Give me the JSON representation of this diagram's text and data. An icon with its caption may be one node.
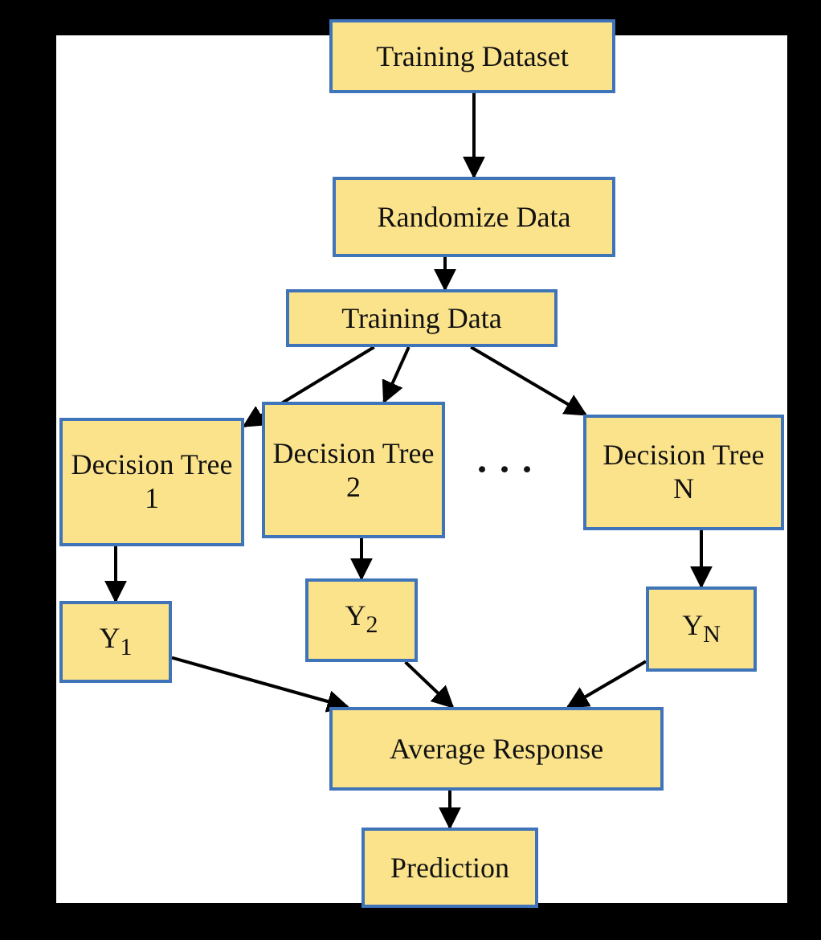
{
  "diagram": {
    "nodes": [
      {
        "text": [
          "Training Dataset"
        ]
      },
      {
        "text": [
          "Randomize Data"
        ]
      },
      {
        "text": [
          "Training Data"
        ]
      },
      {
        "text": [
          "Decision Tree 1"
        ]
      },
      {
        "text": [
          "Decision Tree 2"
        ]
      },
      {
        "text": [
          "Decision Tree N"
        ]
      },
      {
        "text": [
          "Y$_{1}$"
        ]
      },
      {
        "text": [
          "Y$_{2}$"
        ]
      },
      {
        "text": [
          "Y$_{N}$"
        ]
      },
      {
        "text": [
          "Average Response"
        ]
      },
      {
        "text": [
          "Prediction"
        ]
      }
    ],
    "edges": [
      {
        "from": 0,
        "to": 1,
        "arrow": "to"
      },
      {
        "from": 1,
        "to": 2,
        "arrow": "to"
      },
      {
        "from": 2,
        "to": 3,
        "arrow": "to"
      },
      {
        "from": 2,
        "to": 4,
        "arrow": "to"
      },
      {
        "from": 2,
        "to": 5,
        "arrow": "to"
      },
      {
        "from": 3,
        "to": 6,
        "arrow": "to"
      },
      {
        "from": 4,
        "to": 7,
        "arrow": "to"
      },
      {
        "from": 5,
        "to": 8,
        "arrow": "to"
      },
      {
        "from": 6,
        "to": 9,
        "arrow": "to"
      },
      {
        "from": 7,
        "to": 9,
        "arrow": "to"
      },
      {
        "from": 8,
        "to": 9,
        "arrow": "to"
      },
      {
        "from": 9,
        "to": 10,
        "arrow": "to"
      }
    ],
    "labels": [
      "· · ·"
    ]
  }
}
